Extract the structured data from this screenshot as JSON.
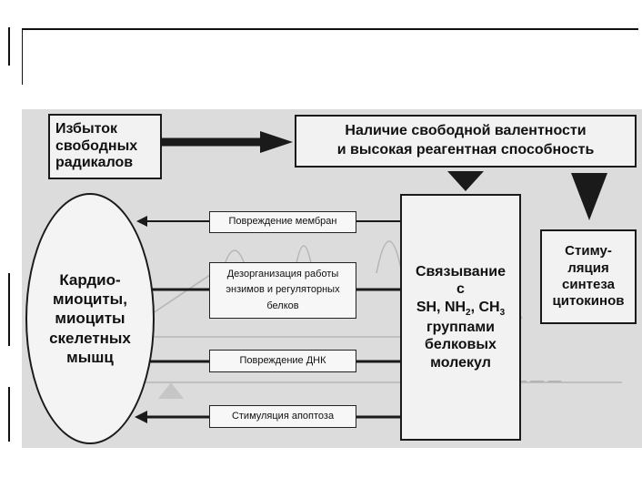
{
  "diagram": {
    "source_box": "Избыток\nсвободных\nрадикалов",
    "property_box": "Наличие свободной валентности\nи высокая реагентная способность",
    "binding_box": {
      "line1": "Связывание",
      "line2": "с",
      "group_sh": "SH, ",
      "group_nh": "NH",
      "group_nh_sub": "2",
      "group_sep": ", ",
      "group_ch": "CH",
      "group_ch_sub": "3",
      "line4": "группами",
      "line5": "белковых",
      "line6": "молекул"
    },
    "cytokine_box": "Стиму-\nляция\nсинтеза\nцитокинов",
    "target_oval": "Кардио-\nмиоциты,\nмиоциты\nскелетных\nмышц",
    "effects": [
      "Повреждение мембран",
      "Дезорганизация работы\nэнзимов и регуляторных\nбелков",
      "Повреждение ДНК",
      "Стимуляция апоптоза"
    ]
  },
  "colors": {
    "box_fill": "#f2f2f2",
    "scan_background": "#dcdcdc",
    "stroke": "#1a1a1a"
  }
}
